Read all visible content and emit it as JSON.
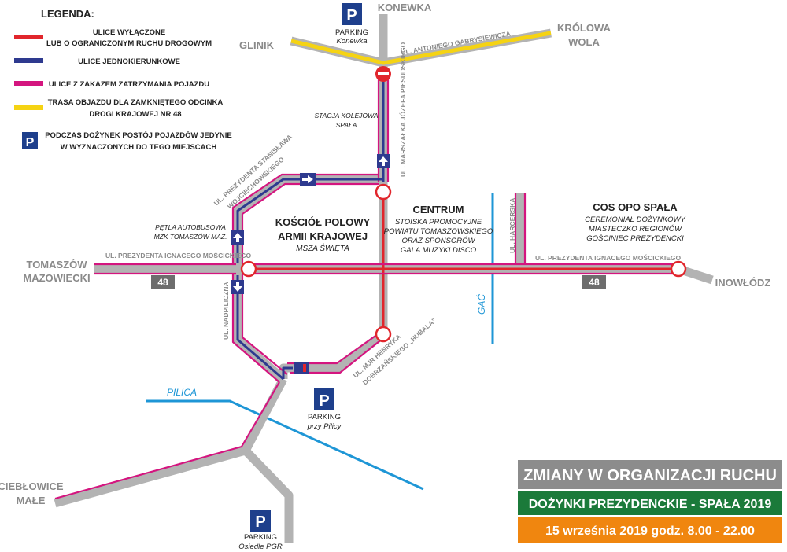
{
  "colors": {
    "closed": "#e1262c",
    "one_way": "#2e3a8f",
    "no_stopping": "#d4157f",
    "detour": "#f5d313",
    "road": "#b3b3b3",
    "river": "#1e96d6",
    "parking": "#1e3f8c",
    "banner_grey": "#8c8c8c",
    "banner_green": "#1b7a3a",
    "banner_orange": "#f0860f"
  },
  "legend": {
    "title": "LEGENDA:",
    "items": [
      {
        "line1": "ULICE WYŁĄCZONE",
        "line2": "LUB O OGRANICZONYM RUCHU DROGOWYM"
      },
      {
        "line1": "ULICE JEDNOKIERUNKOWE",
        "line2": ""
      },
      {
        "line1": "ULICE Z ZAKAZEM ZATRZYMANIA POJAZDU",
        "line2": ""
      },
      {
        "line1": "TRASA OBJAZDU DLA ZAMKNIĘTEGO ODCINKA",
        "line2": "DROGI KRAJOWEJ NR 48"
      },
      {
        "line1": "PODCZAS DOŻYNEK POSTÓJ POJAZDÓW JEDYNIE",
        "line2": "W WYZNACZONYCH DO TEGO MIEJSCACH"
      }
    ],
    "parking_symbol": "P"
  },
  "places": {
    "konewka": "KONEWKA",
    "glinik": "GLINIK",
    "krolowa_wola_1": "KRÓLOWA",
    "krolowa_wola_2": "WOLA",
    "tomaszow_1": "TOMASZÓW",
    "tomaszow_2": "MAZOWIECKI",
    "inowlodz": "INOWŁÓDZ",
    "ciebłowice_1": "CIEBŁOWICE",
    "ciebłowice_2": "MAŁE"
  },
  "streets": {
    "gabrysiewicza": "UL. ANTONIEGO GABRYSIEWICZA",
    "pilsudskiego": "UL. MARSZAŁKA JÓZEFA PIŁSUDSKIEGO",
    "wojciechowskiego_1": "UL. PREZYDENTA STANISŁAWA",
    "wojciechowskiego_2": "WOJCIECHOWSKIEGO",
    "moscickiego": "UL. PREZYDENTA IGNACEGO MOŚCICKIEGO",
    "harcerska": "UL. HARCERSKA",
    "nadpiliczna": "UL. NADPILICZNA",
    "hubala_1": "UL. MJR HENRYKA",
    "hubala_2": "DOBRZAŃSKIEGO „HUBALA”",
    "road_number": "48"
  },
  "rivers": {
    "pilica": "PILICA",
    "gac": "GAĆ"
  },
  "parkings": [
    {
      "symbol": "P",
      "title": "PARKING",
      "subtitle": "Konewka"
    },
    {
      "symbol": "P",
      "title": "PARKING",
      "subtitle": "przy Pilicy"
    },
    {
      "symbol": "P",
      "title": "PARKING",
      "subtitle": "Osiedle PGR"
    }
  ],
  "annotations": {
    "station_1": "STACJA KOLEJOWA",
    "station_2": "SPAŁA",
    "bus_loop_1": "PĘTLA AUTOBUSOWA",
    "bus_loop_2": "MZK TOMASZÓW MAZ.",
    "church_1": "KOŚCIÓŁ POLOWY",
    "church_2": "ARMII KRAJOWEJ",
    "church_3": "MSZA ŚWIĘTA",
    "centrum_title": "CENTRUM",
    "centrum_1": "STOISKA PROMOCYJNE",
    "centrum_2": "POWIATU TOMASZOWSKIEGO",
    "centrum_3": "ORAZ SPONSORÓW",
    "centrum_4": "GALA MUZYKI DISCO",
    "cos_title": "COS OPO SPAŁA",
    "cos_1": "CEREMONIAŁ DOŻYNKOWY",
    "cos_2": "MIASTECZKO REGIONÓW",
    "cos_3": "GOŚCINIEC PREZYDENCKI"
  },
  "banners": {
    "title": "ZMIANY W ORGANIZACJI RUCHU",
    "event": "DOŻYNKI PREZYDENCKIE - SPAŁA 2019",
    "date": "15 września 2019 godz. 8.00 - 22.00"
  }
}
